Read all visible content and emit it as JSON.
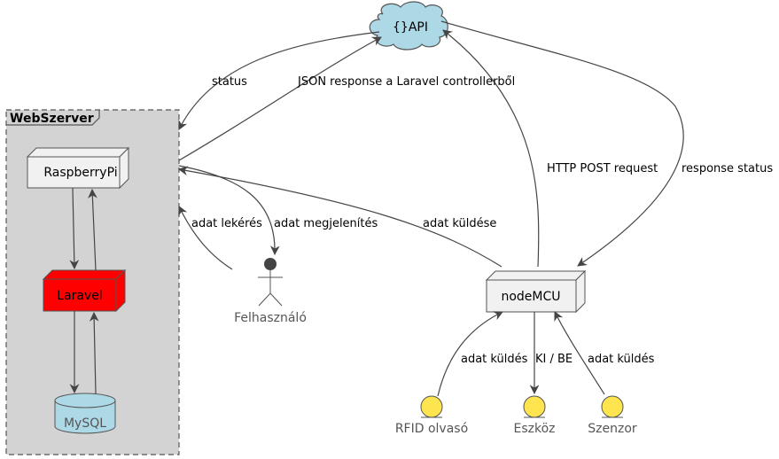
{
  "frame": {
    "title": "WebSzerver"
  },
  "nodes": {
    "api": "{}API",
    "raspberry": "RaspberryPi",
    "laravel": "Laravel",
    "mysql": "MySQL",
    "nodemcu": "nodeMCU"
  },
  "actors": {
    "user": "Felhasználó",
    "rfid": "RFID olvasó",
    "device": "Eszköz",
    "sensor": "Szenzor"
  },
  "edge_labels": {
    "status": "status",
    "json_response": "JSON response a Laravel controllerből",
    "http_post": "HTTP POST request",
    "response_status": "response status",
    "adat_lekeres": "adat lekérés",
    "adat_megjelenites": "adat megjelenítés",
    "adat_kuldese": "adat küldése",
    "rfid_kuldes": "adat küldés",
    "ki_be": "KI / BE",
    "sensor_kuldes": "adat küldés"
  },
  "colors": {
    "frame_fill": "#D3D3D3",
    "node_fill": "#F1F1F1",
    "laravel_fill": "#FF0000",
    "db_fill": "#ADD8E6",
    "cloud_fill": "#ADD8E6",
    "actor_fill": "#444444",
    "boundary_fill": "#FEE44F",
    "edge": "#454545"
  }
}
